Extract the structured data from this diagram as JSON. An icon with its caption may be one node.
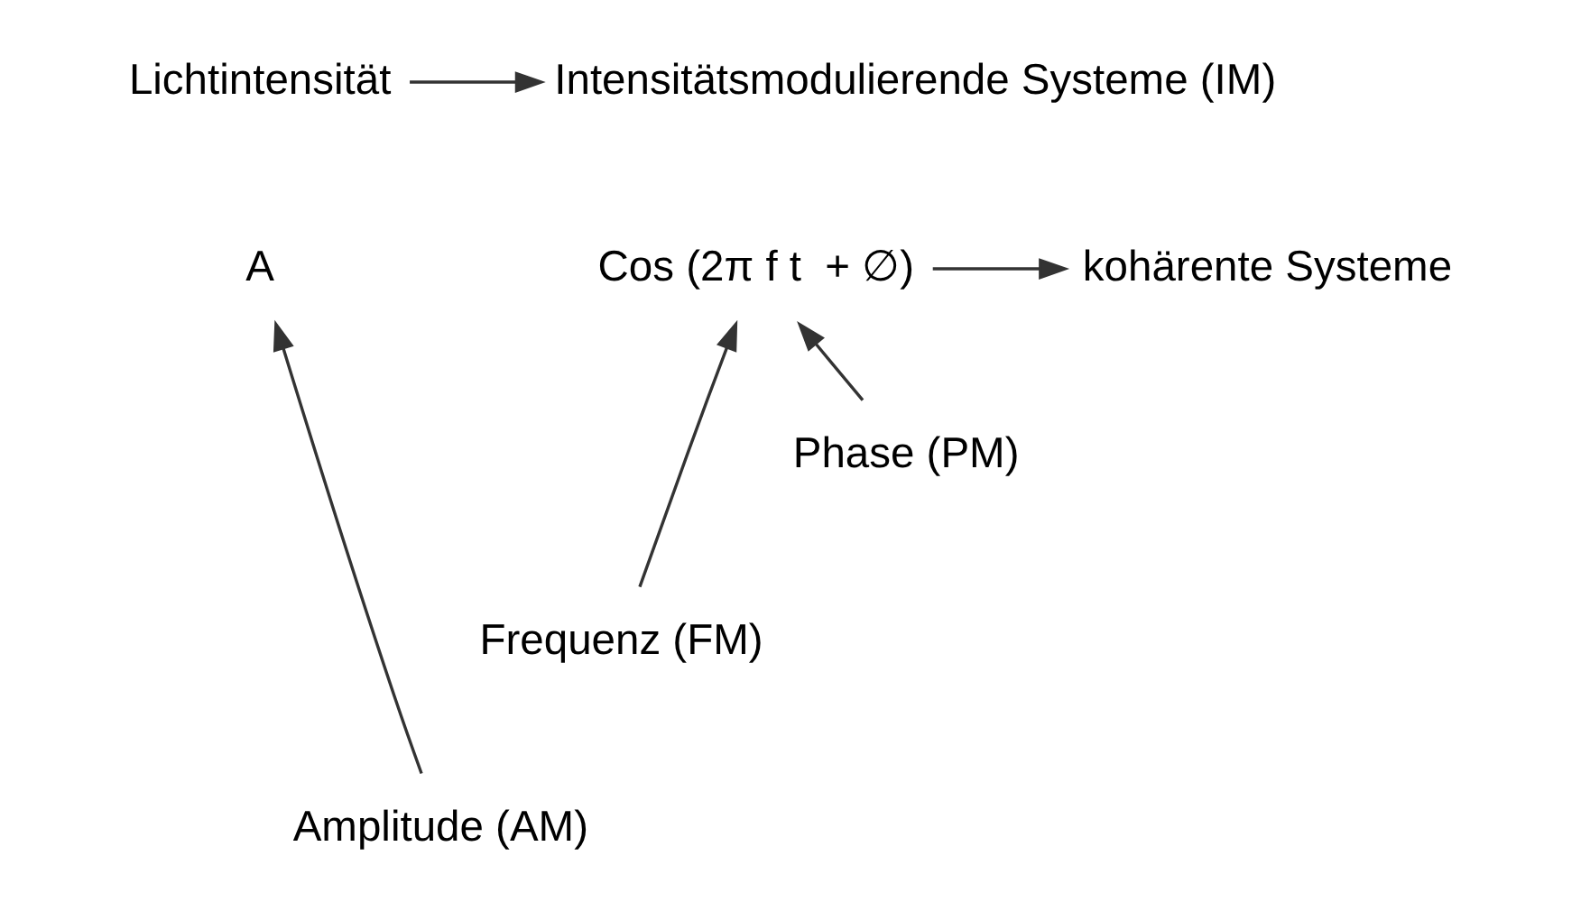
{
  "diagram": {
    "nodes": [
      {
        "text": [
          "Lichtintensität"
        ]
      },
      {
        "text": [
          "Intensitätsmodulierende Systeme (IM)"
        ]
      },
      {
        "text": [
          "A"
        ]
      },
      {
        "text": [
          "Cos (2π f t  + ∅)"
        ]
      },
      {
        "text": [
          "kohärente Systeme"
        ]
      },
      {
        "text": [
          "Phase (PM)"
        ]
      },
      {
        "text": [
          "Frequenz (FM)"
        ]
      },
      {
        "text": [
          "Amplitude (AM)"
        ]
      }
    ],
    "edges": [
      {
        "from": 0,
        "to": 1,
        "arrow": "to"
      },
      {
        "from": 3,
        "to": 4,
        "arrow": "to"
      },
      {
        "from": 5,
        "to": 3,
        "arrow": "to"
      },
      {
        "from": 6,
        "to": 3,
        "arrow": "to"
      },
      {
        "from": 7,
        "to": 2,
        "arrow": "to"
      }
    ]
  }
}
